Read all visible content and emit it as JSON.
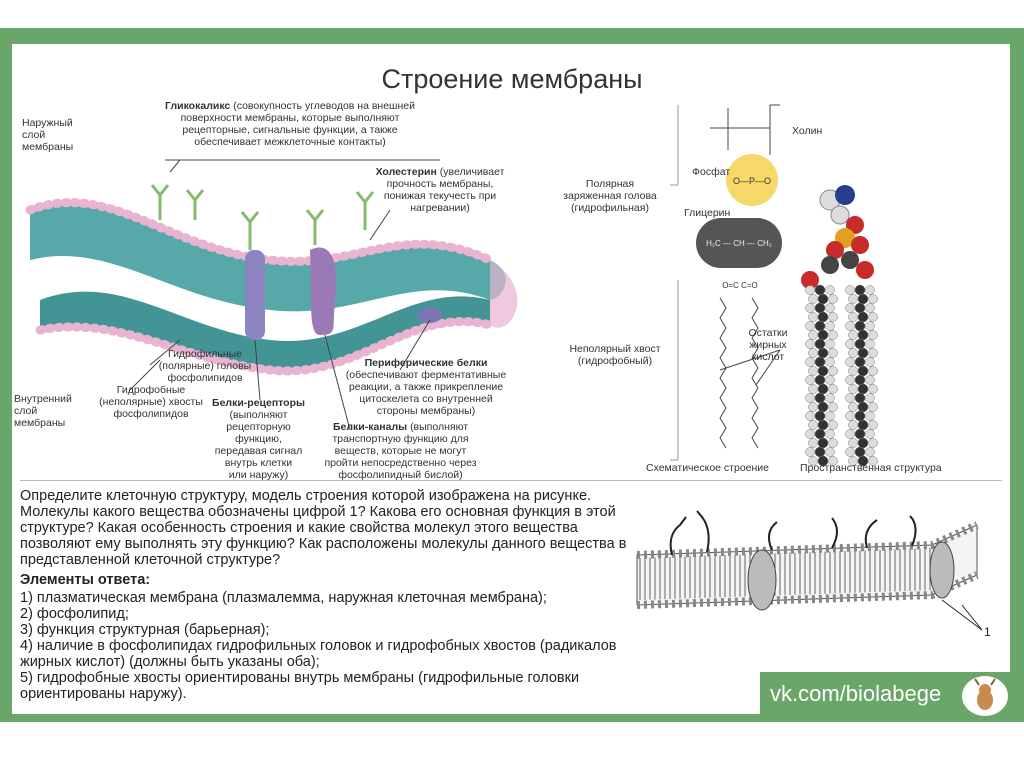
{
  "title": "Строение мембраны",
  "labels": {
    "outer_layer": [
      "Наружный",
      "слой",
      "мембраны"
    ],
    "inner_layer": [
      "Внутренний",
      "слой",
      "мембраны"
    ],
    "glycocalyx_bold": "Гликокаликс",
    "glycocalyx_text": [
      "(совокупность углеводов на внешней",
      "поверхности мембраны, которые выполняют",
      "рецепторные, сигнальные функции, а также",
      "обеспечивает межклеточные контакты)"
    ],
    "cholesterol_bold": "Холестерин",
    "cholesterol_text": [
      "(увеличивает",
      "прочность мембраны,",
      "понижая текучесть при",
      "нагревании)"
    ],
    "hydrophilic_heads": [
      "Гидрофильные",
      "(полярные) головы",
      "фосфолипидов"
    ],
    "hydrophobic_tails": [
      "Гидрофобные",
      "(неполярные) хвосты",
      "фосфолипидов"
    ],
    "receptor_bold": "Белки-рецепторы",
    "receptor_text": [
      "(выполняют",
      "рецепторную",
      "функцию,",
      "передавая сигнал",
      "внутрь клетки",
      "или наружу)"
    ],
    "peripheral_bold": "Периферические белки",
    "peripheral_text": [
      "(обеспечивают ферментативные",
      "реакции, а также прикрепление",
      "цитоскелета со внутренней",
      "стороны мембраны)"
    ],
    "channel_bold": "Белки-каналы",
    "channel_text": [
      "(выполняют",
      "транспортную функцию для",
      "веществ, которые не могут",
      "пройти непосредственно через",
      "фосфолипидный бислой)"
    ],
    "polar_head": [
      "Полярная",
      "заряженная голова",
      "(гидрофильная)"
    ],
    "nonpolar_tail": [
      "Неполярный хвост",
      "(гидрофобный)"
    ],
    "choline": "Холин",
    "phosphate": "Фосфат",
    "glycerol": "Глицерин",
    "fatty_acids": [
      "Остатки",
      "жирных",
      "кислот"
    ],
    "schematic": "Схематическое строение",
    "spatial": "Пространственная структура",
    "callout_number": "1"
  },
  "question": "Определите клеточную структуру, модель строения которой изображена на рисунке. Молекулы какого вещества обозначены цифрой 1? Какова его основная функция в этой структуре? Какая особенность строения и какие свойства молекул этого вещества позволяют ему выполнять эту функцию? Как расположены молекулы данного вещества в представленной клеточной структуре?",
  "answers_title": "Элементы ответа:",
  "answers": [
    "1) плазматическая мембрана (плазмалемма, наружная клеточная мембрана);",
    "2) фосфолипид;",
    "3) функция структурная (барьерная);",
    "4) наличие в фосфолипидах гидрофильных головок и гидрофобных хвостов (радикалов жирных кислот) (должны быть указаны оба);",
    "5) гидрофобные хвосты ориентированы внутрь мембраны (гидрофильные головки ориентированы наружу)."
  ],
  "footer": "vk.com/biolabege",
  "colors": {
    "frame": "#6aa56a",
    "head": "#e8b4d0",
    "tail": "#3a9a9a",
    "protein": "#9a8ac4"
  }
}
